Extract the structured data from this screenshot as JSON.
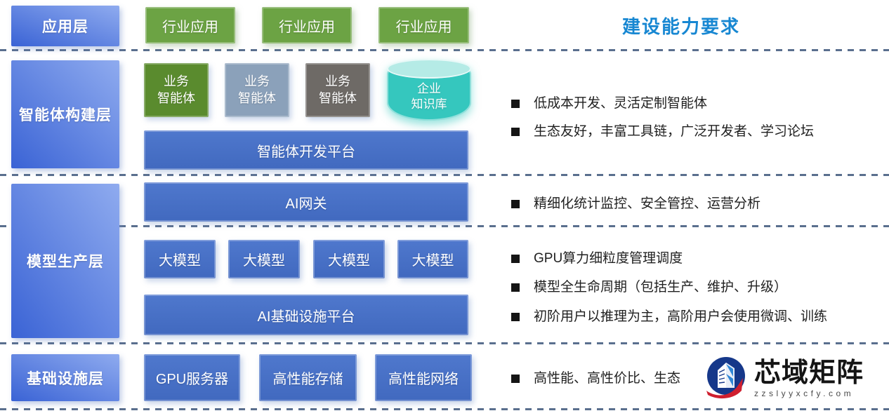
{
  "header": {
    "requirements_title": "建设能力要求"
  },
  "layer_labels": [
    {
      "label": "应用层"
    },
    {
      "label": "智能体构建层"
    },
    {
      "label": "模型生产层"
    },
    {
      "label": "基础设施层"
    }
  ],
  "application_layer": {
    "industry_apps": [
      "行业应用",
      "行业应用",
      "行业应用"
    ]
  },
  "agent_layer": {
    "agents": [
      "业务\n智能体",
      "业务\n智能体",
      "业务\n智能体"
    ],
    "knowledge_base": "企业\n知识库",
    "platform": "智能体开发平台"
  },
  "model_layer": {
    "gateway": "AI网关",
    "models": [
      "大模型",
      "大模型",
      "大模型",
      "大模型"
    ],
    "platform": "AI基础设施平台"
  },
  "infra_layer": {
    "items": [
      "GPU服务器",
      "高性能存储",
      "高性能网络"
    ]
  },
  "requirements": {
    "agent_items": [
      "低成本开发、灵活定制智能体",
      "生态友好，丰富工具链，广泛开发者、学习论坛"
    ],
    "gateway_items": [
      "精细化统计监控、安全管控、运营分析"
    ],
    "model_items": [
      "GPU算力细粒度管理调度",
      "模型全生命周期（包括生产、维护、升级）",
      "初阶用户以推理为主，高阶用户会使用微调、训练"
    ],
    "infra_items": [
      "高性能、高性价比、生态"
    ]
  },
  "watermark": {
    "name": "芯域矩阵",
    "domain": "zzslyyxcfy.com"
  },
  "colors": {
    "layer_grad_light": "#8fabef",
    "layer_grad_dark": "#3a63d5",
    "industry_green": "#6ca344",
    "agent_green": "#5a8b2e",
    "agent_slate": "#8ba1ba",
    "agent_gray": "#6e6a66",
    "knowledge_teal": "#35c7be",
    "knowledge_top": "#b5ebe6",
    "bar_blue": "#4a73c9",
    "title_blue": "#1787d2",
    "dash_color": "#5a6f8e",
    "logo_navy": "#16388a",
    "logo_red": "#cf1f2f"
  }
}
